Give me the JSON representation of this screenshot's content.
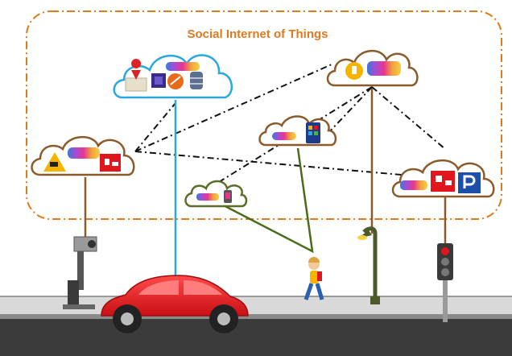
{
  "title": "Social Internet of Things",
  "colors": {
    "boundary": "#e07a1f",
    "title": "#e07a1f",
    "cloud_brown": "#8b5a2b",
    "cloud_blue": "#29a8df",
    "cloud_green": "#5a6e2a",
    "link_blue": "#29a8df",
    "link_brown": "#8b5a2b",
    "link_green": "#4a6b1a",
    "social_link": "#111111",
    "car": "#e0161c",
    "road": "#3b3b3b",
    "sidewalk": "#d9d9d9",
    "traffic_red": "#e0161c"
  },
  "nodes": [
    {
      "id": "map-service-cloud",
      "icons": [
        "map-pin-icon",
        "chip-icon",
        "globe-icon",
        "database-icon"
      ],
      "outline": "blue"
    },
    {
      "id": "streetlight-cloud",
      "icons": [
        "lightbulb-icon"
      ],
      "outline": "brown"
    },
    {
      "id": "camera-cloud",
      "icons": [
        "warning-camera-icon",
        "gadgets-icon"
      ],
      "outline": "brown"
    },
    {
      "id": "smartphone-cloud",
      "icons": [
        "smartphone-apps-icon"
      ],
      "outline": "brown"
    },
    {
      "id": "wearable-cloud",
      "icons": [
        "wearable-icon"
      ],
      "outline": "green"
    },
    {
      "id": "traffic-cloud",
      "icons": [
        "gadgets-icon",
        "parking-icon"
      ],
      "outline": "brown"
    }
  ],
  "things": [
    "camera-pole",
    "car",
    "pedestrian",
    "street-lamp",
    "traffic-light"
  ]
}
